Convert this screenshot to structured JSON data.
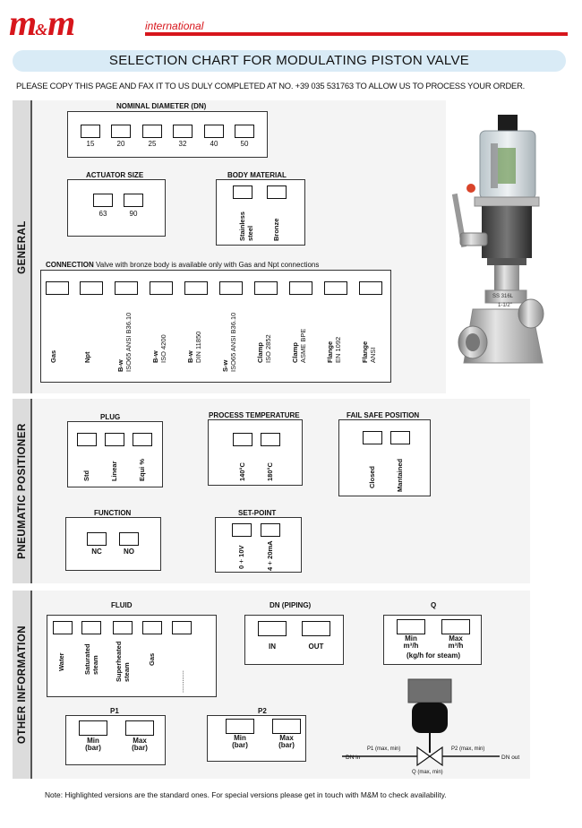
{
  "header": {
    "brand_left": "m",
    "brand_amp": "&",
    "brand_right": "m",
    "brand_sub": "international",
    "brand_color": "#d7161c"
  },
  "title": "SELECTION CHART FOR MODULATING PISTON VALVE",
  "fax_instruction": "PLEASE COPY THIS PAGE AND FAX IT TO US DULY COMPLETED AT NO. +39 035 531763 TO ALLOW US TO PROCESS YOUR ORDER.",
  "sections": {
    "general": "GENERAL",
    "pneumatic": "PNEUMATIC POSITIONER",
    "other": "OTHER INFORMATION"
  },
  "nominal_diameter": {
    "title": "NOMINAL DIAMETER (DN)",
    "options": [
      "15",
      "20",
      "25",
      "32",
      "40",
      "50"
    ]
  },
  "actuator_size": {
    "title": "ACTUATOR SIZE",
    "options": [
      "63",
      "90"
    ]
  },
  "body_material": {
    "title": "BODY MATERIAL",
    "options": [
      "Stainless steel",
      "Bronze"
    ]
  },
  "connection": {
    "title": "CONNECTION",
    "note": "Valve with bronze body is available only with Gas and Npt connections",
    "options": [
      {
        "bold": "Gas",
        "sub": ""
      },
      {
        "bold": "Npt",
        "sub": ""
      },
      {
        "bold": "B-w",
        "sub": "ISO65 ANSI B36.10"
      },
      {
        "bold": "B-w",
        "sub": "ISO 4200"
      },
      {
        "bold": "B-w",
        "sub": "DIN 11850"
      },
      {
        "bold": "S-w",
        "sub": "ISO65 ANSI B36.10"
      },
      {
        "bold": "Clamp",
        "sub": "ISO 2852"
      },
      {
        "bold": "Clamp",
        "sub": "ASME BPE"
      },
      {
        "bold": "Flange",
        "sub": "EN 1092"
      },
      {
        "bold": "Flange",
        "sub": "ANSI"
      }
    ]
  },
  "plug": {
    "title": "PLUG",
    "options": [
      "Std",
      "Linear",
      "Equi %"
    ]
  },
  "process_temperature": {
    "title": "PROCESS TEMPERATURE",
    "options": [
      "140°C",
      "180°C"
    ]
  },
  "fail_safe": {
    "title": "FAIL SAFE POSITION",
    "options": [
      "Closed",
      "Mantained"
    ]
  },
  "function": {
    "title": "FUNCTION",
    "options": [
      "NC",
      "NO"
    ]
  },
  "set_point": {
    "title": "SET-POINT",
    "options": [
      "0÷10V",
      "4÷20mA"
    ]
  },
  "fluid": {
    "title": "FLUID",
    "options": [
      "Water",
      "Saturated steam",
      "Superheated steam",
      "Gas",
      "............"
    ]
  },
  "dn_piping": {
    "title": "DN (PIPING)",
    "options": [
      "IN",
      "OUT"
    ]
  },
  "q": {
    "title": "Q",
    "min": "Min",
    "max": "Max",
    "unit": "m³/h",
    "steam_note": "(kg/h for steam)"
  },
  "p1": {
    "title": "P1",
    "min": "Min",
    "max": "Max",
    "unit": "(bar)"
  },
  "p2": {
    "title": "P2",
    "min": "Min",
    "max": "Max",
    "unit": "(bar)"
  },
  "diagram": {
    "p1_label": "P1 (max, min)",
    "p2_label": "P2 (max, min)",
    "dn_in": "DN in",
    "dn_out": "DN out",
    "q_label": "Q (max, min)"
  },
  "valve_photo": {
    "markings": [
      "SS 316L",
      "1-1/2\""
    ]
  },
  "footer_note": "Note: Highlighted versions are the standard ones. For special versions please get in touch with M&M to check availability."
}
